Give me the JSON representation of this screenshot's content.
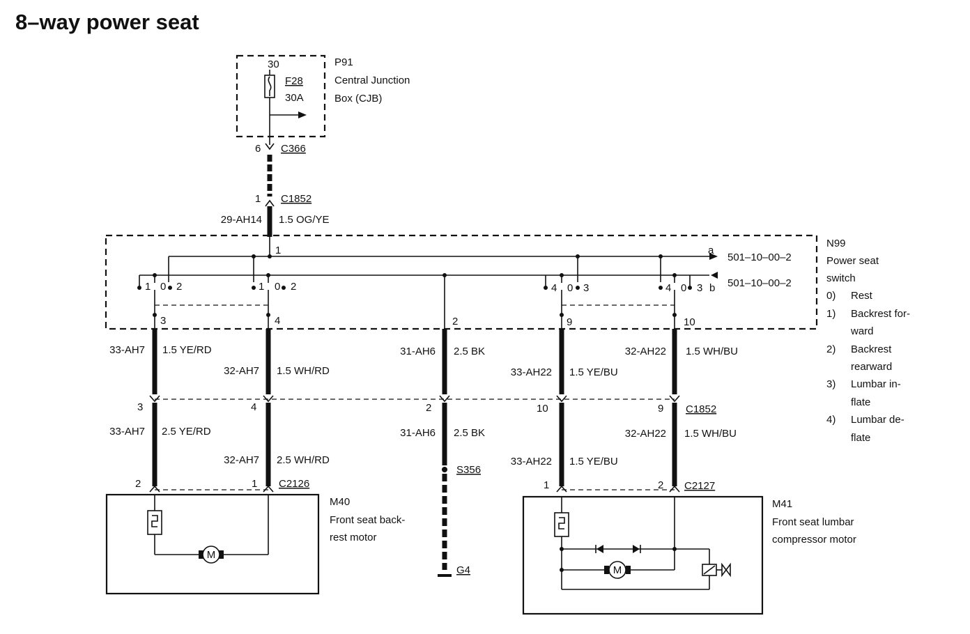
{
  "title": "8–way power seat",
  "cjb": {
    "ref": "P91",
    "name_line1": "Central Junction",
    "name_line2": "Box (CJB)",
    "terminal": "30",
    "fuse": "F28",
    "fuse_rating": "30A"
  },
  "connectors": {
    "c366": "C366",
    "c366_pin": "6",
    "c1852_top": "C1852",
    "c1852_top_pin": "1",
    "c1852_mid": "C1852",
    "c2126": "C2126",
    "c2127": "C2127",
    "s356": "S356",
    "g4": "G4"
  },
  "feed": {
    "circuit": "29-AH14",
    "wire": "1.5 OG/YE"
  },
  "switch": {
    "ref": "N99",
    "name_line1": "Power seat",
    "name_line2": "switch",
    "input_pin": "1",
    "ref_a": "501–10–00–2",
    "ref_b": "501–10–00–2",
    "tag_a": "a",
    "tag_b": "b",
    "legend": [
      {
        "num": "0)",
        "line1": "Rest",
        "line2": ""
      },
      {
        "num": "1)",
        "line1": "Backrest for-",
        "line2": "ward"
      },
      {
        "num": "2)",
        "line1": "Backrest",
        "line2": "rearward"
      },
      {
        "num": "3)",
        "line1": "Lumbar in-",
        "line2": "flate"
      },
      {
        "num": "4)",
        "line1": "Lumbar de-",
        "line2": "flate"
      }
    ],
    "positions": {
      "g1": [
        "1",
        "0",
        "2"
      ],
      "g2": [
        "1",
        "0",
        "2"
      ],
      "g3": [
        "4",
        "0",
        "3"
      ],
      "g4": [
        "4",
        "0",
        "3"
      ]
    },
    "out_pins": [
      "3",
      "4",
      "2",
      "9",
      "10"
    ]
  },
  "wires_upper": [
    {
      "circuit": "33-AH7",
      "wire": "1.5 YE/RD"
    },
    {
      "circuit": "32-AH7",
      "wire": "1.5 WH/RD"
    },
    {
      "circuit": "31-AH6",
      "wire": "2.5 BK"
    },
    {
      "circuit": "33-AH22",
      "wire": "1.5 YE/BU"
    },
    {
      "circuit": "32-AH22",
      "wire": "1.5 WH/BU"
    }
  ],
  "c1852_pins": [
    "3",
    "4",
    "2",
    "10",
    "9"
  ],
  "wires_lower": [
    {
      "circuit": "33-AH7",
      "wire": "2.5 YE/RD"
    },
    {
      "circuit": "32-AH7",
      "wire": "2.5 WH/RD"
    },
    {
      "circuit": "31-AH6",
      "wire": "2.5 BK"
    },
    {
      "circuit": "33-AH22",
      "wire": "1.5 YE/BU"
    },
    {
      "circuit": "32-AH22",
      "wire": "1.5 WH/BU"
    }
  ],
  "m40": {
    "ref": "M40",
    "line1": "Front seat back-",
    "line2": "rest motor",
    "pin_a": "2",
    "pin_b": "1",
    "motor": "M"
  },
  "m41": {
    "ref": "M41",
    "line1": "Front seat lumbar",
    "line2": "compressor motor",
    "pin_a": "1",
    "pin_b": "2",
    "motor": "M"
  }
}
